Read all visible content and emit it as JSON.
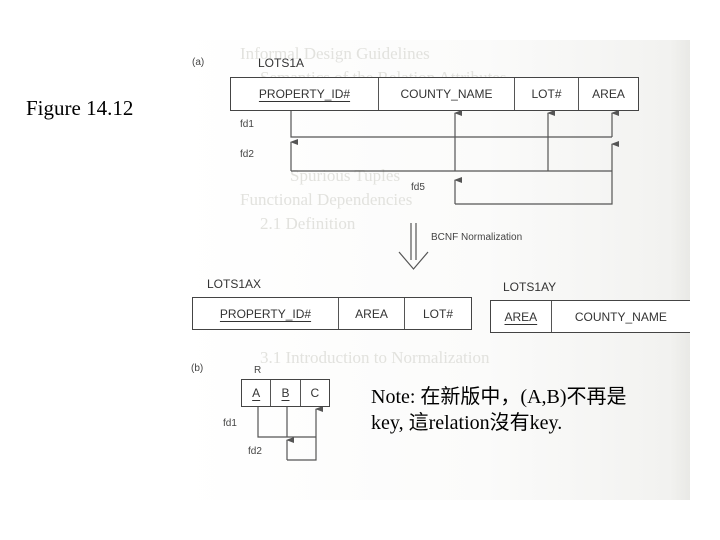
{
  "figure_label": "Figure 14.12",
  "part_a": {
    "label": "(a)",
    "source_relation": {
      "name": "LOTS1A",
      "attributes": [
        "PROPERTY_ID#",
        "COUNTY_NAME",
        "LOT#",
        "AREA"
      ],
      "key": [
        "PROPERTY_ID#"
      ]
    },
    "dependencies": [
      {
        "name": "fd1",
        "lhs": [
          "PROPERTY_ID#"
        ],
        "rhs": [
          "COUNTY_NAME",
          "LOT#",
          "AREA"
        ]
      },
      {
        "name": "fd2",
        "lhs": [
          "COUNTY_NAME",
          "LOT#"
        ],
        "rhs": [
          "PROPERTY_ID#",
          "AREA"
        ]
      },
      {
        "name": "fd5",
        "lhs": [
          "AREA"
        ],
        "rhs": [
          "COUNTY_NAME"
        ]
      }
    ],
    "transform_label": "BCNF Normalization",
    "result_x": {
      "name": "LOTS1AX",
      "attributes": [
        "PROPERTY_ID#",
        "AREA",
        "LOT#"
      ],
      "key": [
        "PROPERTY_ID#"
      ]
    },
    "result_y": {
      "name": "LOTS1AY",
      "attributes": [
        "AREA",
        "COUNTY_NAME"
      ],
      "key": [
        "AREA"
      ]
    }
  },
  "part_b": {
    "label": "(b)",
    "relation": {
      "name": "R",
      "attributes": [
        "A",
        "B",
        "C"
      ],
      "key": [
        "A",
        "B"
      ]
    },
    "dependencies": [
      {
        "name": "fd1",
        "lhs": [
          "A",
          "B"
        ],
        "rhs": [
          "C"
        ]
      },
      {
        "name": "fd2",
        "lhs": [
          "C"
        ],
        "rhs": [
          "B"
        ]
      }
    ]
  },
  "note": {
    "line1": "Note: 在新版中，(A,B)不再是",
    "line2": "key, 這relation沒有key."
  },
  "colors": {
    "ink": "#333333",
    "line": "#555555",
    "text": "#000000"
  }
}
